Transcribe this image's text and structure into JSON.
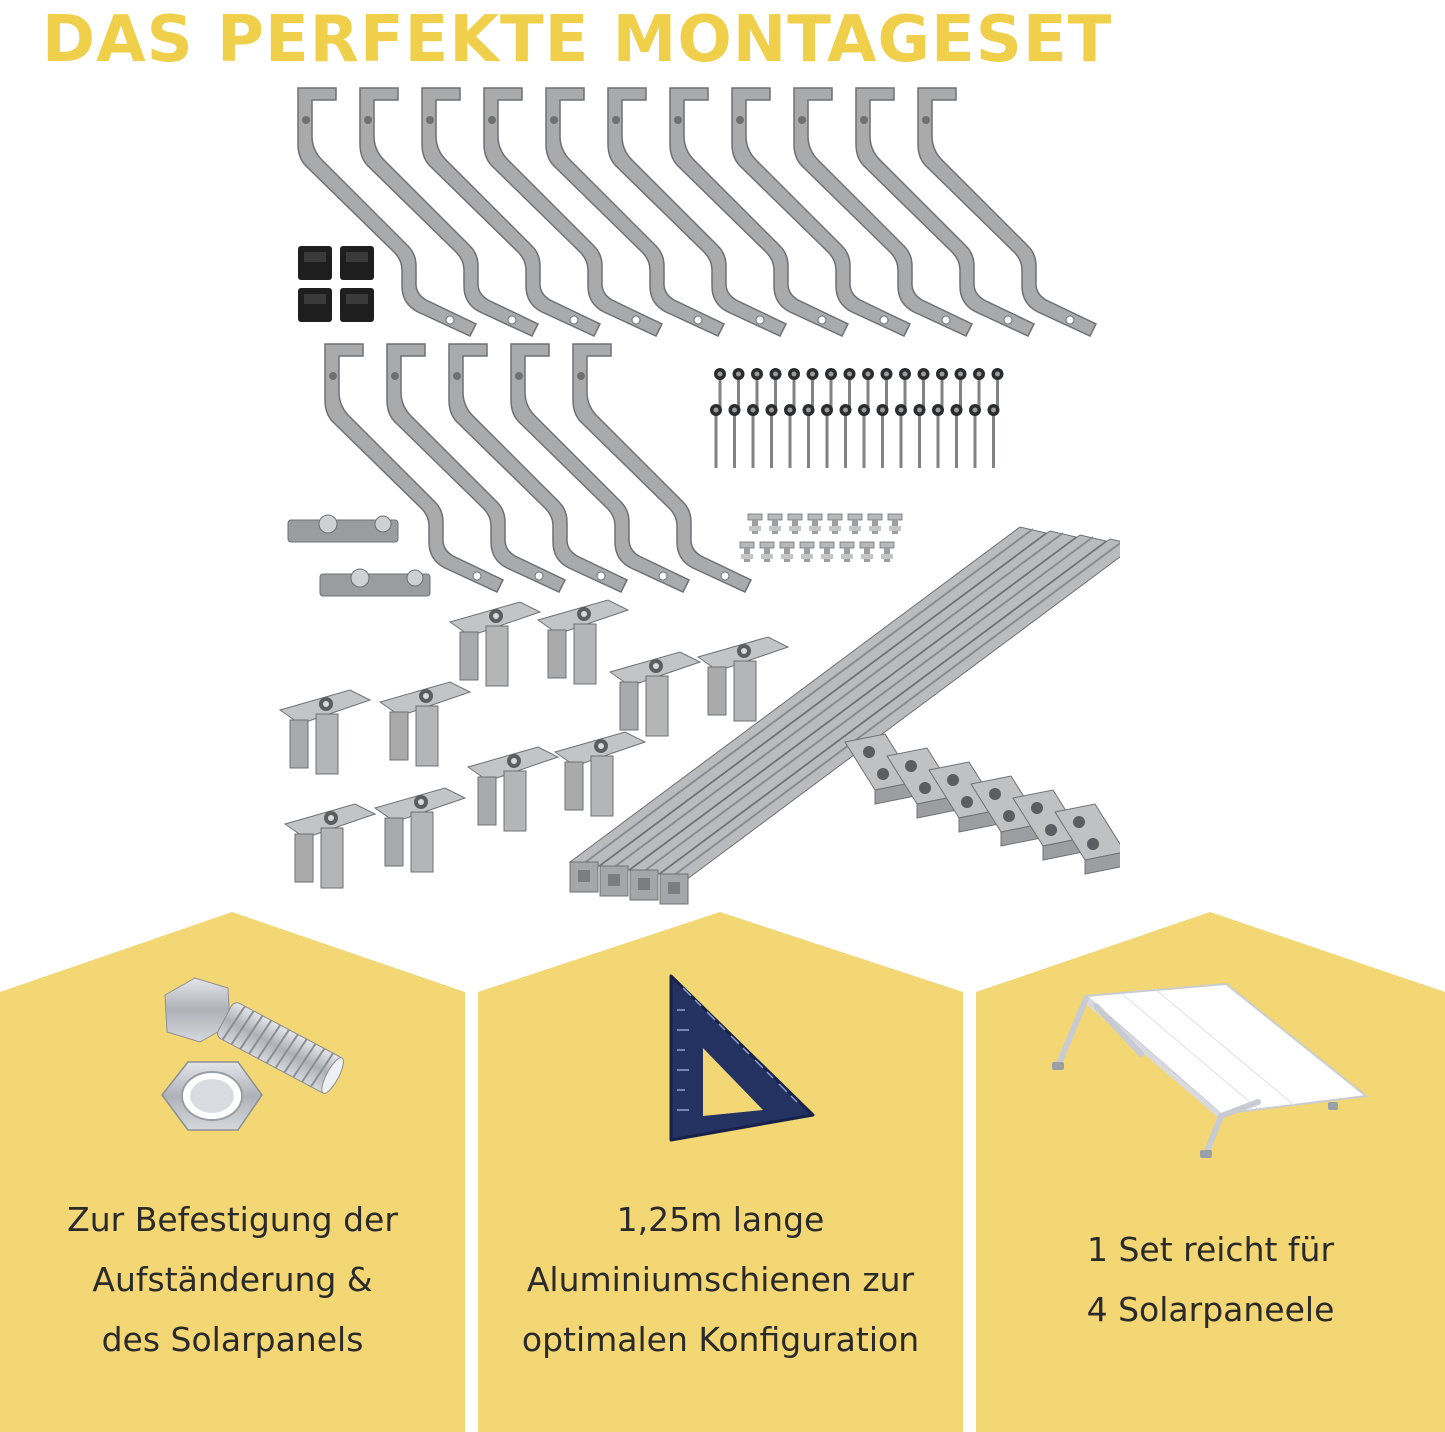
{
  "headline": "DAS PERFEKTE MONTAGESET",
  "colors": {
    "accent_yellow": "#f0cf4a",
    "card_yellow": "#f4d775",
    "metal": "#a9aaac",
    "metal_dark": "#6f7072",
    "rubber": "#1e1e1e",
    "ruler_blue": "#233261",
    "text_dark": "#2a2a2a"
  },
  "product_icons": [
    "roof-hook-icon",
    "rubber-pad-icon",
    "screw-icon",
    "t-bolt-icon",
    "rail-connector-icon",
    "end-clamp-icon",
    "middle-clamp-icon",
    "aluminium-rail-icon"
  ],
  "cards": [
    {
      "icon": "bolt-and-nut-icon",
      "lines": [
        "Zur Befestigung der",
        "Aufständerung &",
        "des Solarpanels"
      ]
    },
    {
      "icon": "set-square-icon",
      "lines": [
        "1,25m lange",
        "Aluminiumschienen zur",
        "optimalen Konfiguration"
      ]
    },
    {
      "icon": "solar-panel-stand-icon",
      "lines": [
        "1 Set reicht für",
        "4 Solarpaneele"
      ]
    }
  ]
}
